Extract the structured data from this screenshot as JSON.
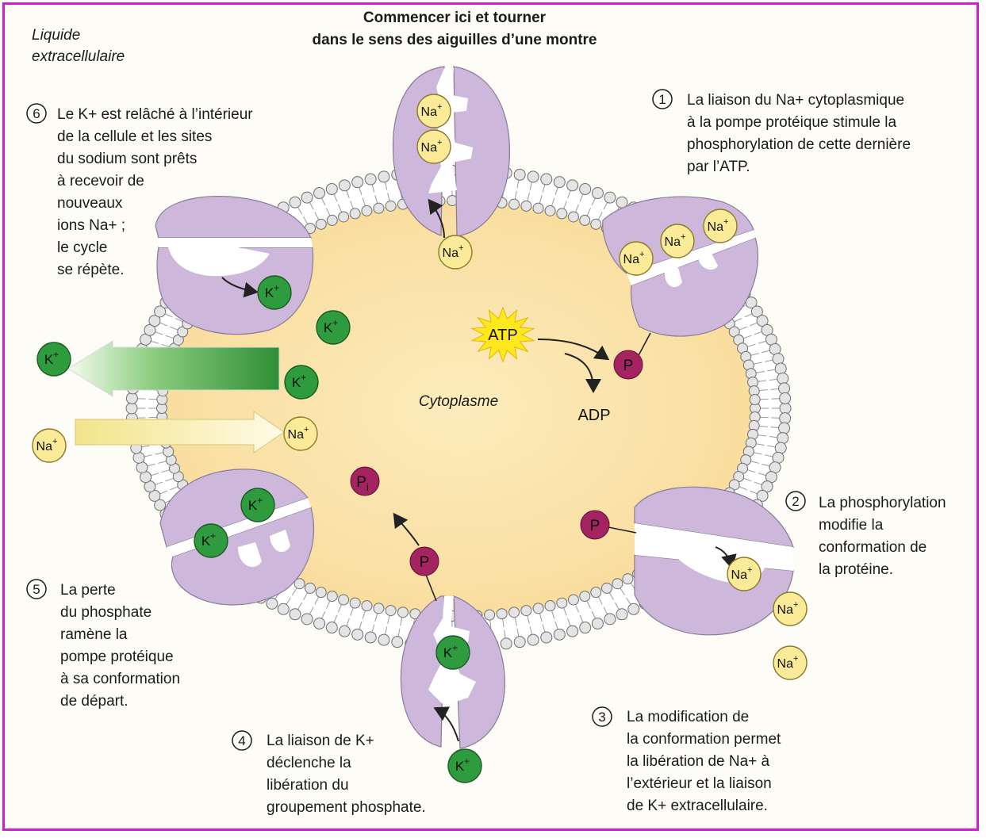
{
  "title": [
    "Commencer ici et tourner",
    "dans le sens des aiguilles d’une montre"
  ],
  "extracellular_label": [
    "Liquide",
    "extracellulaire"
  ],
  "cytoplasm_label": "Cytoplasme",
  "molecules": {
    "atp": "ATP",
    "adp": "ADP",
    "phosphate": "P",
    "inorganic_phosphate": "P",
    "inorganic_sub": "i"
  },
  "ions": {
    "sodium": "Na",
    "potassium": "K",
    "charge": "+"
  },
  "steps": [
    {
      "number": "1",
      "lines": [
        "La liaison du Na+ cytoplasmique",
        "à la pompe protéique stimule la",
        "phosphorylation de cette dernière",
        "par l’ATP."
      ]
    },
    {
      "number": "2",
      "lines": [
        "La phosphorylation",
        "modifie la",
        "conformation de",
        "la protéine."
      ]
    },
    {
      "number": "3",
      "lines": [
        "La modification de",
        "la conformation permet",
        "la libération de Na+ à",
        "l’extérieur et la liaison",
        "de K+ extracellulaire."
      ]
    },
    {
      "number": "4",
      "lines": [
        "La liaison de K+",
        "déclenche la",
        "libération du",
        "groupement phosphate."
      ]
    },
    {
      "number": "5",
      "lines": [
        "La perte",
        "du phosphate",
        "ramène la",
        "pompe protéique",
        "à sa conformation",
        "de départ."
      ]
    },
    {
      "number": "6",
      "lines": [
        "Le K+ est relâché à l’intérieur",
        "de la cellule et les sites",
        "du sodium sont prêts",
        "à recevoir de",
        "nouveaux",
        "ions Na+ ;",
        "le cycle",
        "se répète."
      ]
    }
  ],
  "colors": {
    "frame": "#d21ccd",
    "cytoplasm": "#fbe1a6",
    "membrane_head": "#e4e4e4",
    "protein": "#cdb8dc",
    "sodium": "#fbeb98",
    "potassium": "#2f9b3f",
    "phosphate": "#a42361",
    "atp_burst": "#ffe81e",
    "k_arrow": "#3b9a3d",
    "na_arrow": "#f5ecaa"
  }
}
